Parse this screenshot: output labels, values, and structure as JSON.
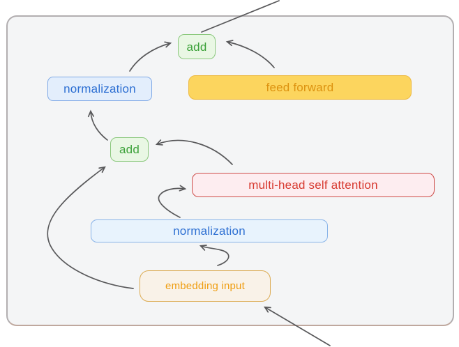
{
  "diagram": {
    "type": "flowchart",
    "subject": "transformer block (pre-norm residual) data flow",
    "nodes": {
      "add_top": {
        "label": "add",
        "color_role": "green"
      },
      "norm_top": {
        "label": "normalization",
        "color_role": "blue"
      },
      "feed_forward": {
        "label": "feed forward",
        "color_role": "yellow"
      },
      "add_mid": {
        "label": "add",
        "color_role": "green"
      },
      "attention": {
        "label": "multi-head self attention",
        "color_role": "red"
      },
      "norm_bottom": {
        "label": "normalization",
        "color_role": "blue"
      },
      "embedding": {
        "label": "embedding input",
        "color_role": "orange"
      }
    },
    "edges": [
      {
        "from": "norm_top",
        "to": "add_top",
        "style": "curved-arrow"
      },
      {
        "from": "feed_forward",
        "to": "add_top",
        "style": "curved-arrow"
      },
      {
        "from": "add_top",
        "to": "output(offscreen top-right)",
        "style": "straight-line"
      },
      {
        "from": "add_mid",
        "to": "norm_top",
        "style": "curved-arrow"
      },
      {
        "from": "attention",
        "to": "add_mid",
        "style": "curved-arrow"
      },
      {
        "from": "norm_bottom",
        "to": "attention",
        "style": "s-curved-arrow"
      },
      {
        "from": "embedding",
        "to": "norm_bottom",
        "style": "s-curved-arrow"
      },
      {
        "from": "embedding",
        "to": "add_mid",
        "style": "long-left-curved-arrow"
      },
      {
        "from": "input(offscreen bottom-right)",
        "to": "embedding",
        "style": "straight-arrow"
      }
    ]
  },
  "theme": {
    "green-fill": "#e9f7e4",
    "green-border": "#8bc87d",
    "green-text": "#3da23a",
    "blue-fill": "#e3eefc",
    "blue-border": "#7fa9e6",
    "blue-text": "#2d6fd2",
    "blue2-fill": "#e8f3fd",
    "blue2-border": "#88b3e8",
    "yellow-fill": "#fcd55e",
    "yellow-border": "#edba44",
    "yellow-text": "#dd920f",
    "red-fill": "#fdedf0",
    "red-border": "#cd4b47",
    "red-text": "#d7382e",
    "orange-fill": "#f9f2e8",
    "orange-border": "#dcab52",
    "orange-text": "#ef9d10",
    "frame-fill": "#f4f5f6",
    "frame-border": "#b2aeb0",
    "arrow": "#58585a",
    "page-bg": "#ffffff"
  }
}
